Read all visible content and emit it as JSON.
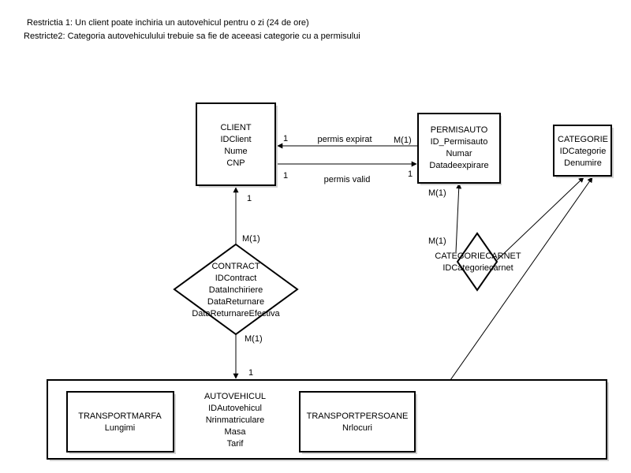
{
  "notes": [
    "Restrictia 1: Un client poate inchiria un autovehicul pentru o zi (24 de ore)",
    "Restricte2:  Categoria autovehiculului trebuie sa fie de aceeasi categorie cu a permisului"
  ],
  "entities": {
    "client": [
      "CLIENT",
      "IDClient",
      "Nume",
      "CNP"
    ],
    "permisauto": [
      "PERMISAUTO",
      "ID_Permisauto",
      "Numar",
      "Datadeexpirare"
    ],
    "categorie": [
      "CATEGORIE",
      "IDCategorie",
      "Denumire"
    ],
    "autovehicul": [
      "AUTOVEHICUL",
      "IDAutovehicul",
      "Nrinmatriculare",
      "Masa",
      "Tarif"
    ],
    "transportmarfa": [
      "TRANSPORTMARFA",
      "Lungimi"
    ],
    "transportpersoane": [
      "TRANSPORTPERSOANE",
      "Nrlocuri"
    ]
  },
  "relationships": {
    "contract": [
      "CONTRACT",
      "IDContract",
      "DataInchiriere",
      "DataReturnare",
      "DataReturnareEfectiva"
    ],
    "categoriecarnet": [
      "CATEGORIECARNET",
      "IDCategoriecarnet"
    ]
  },
  "edge_labels": {
    "permis_expirat": "permis expirat",
    "permis_valid": "permis valid"
  },
  "cardinalities": {
    "expirat_client": "1",
    "expirat_permis": "M(1)",
    "valid_client": "1",
    "valid_permis": "1",
    "client_contract": "1",
    "contract_client": "M(1)",
    "contract_auto": "M(1)",
    "auto_contract": "1",
    "permis_carnet": "M(1)",
    "carnet_permis": "M(1)"
  }
}
